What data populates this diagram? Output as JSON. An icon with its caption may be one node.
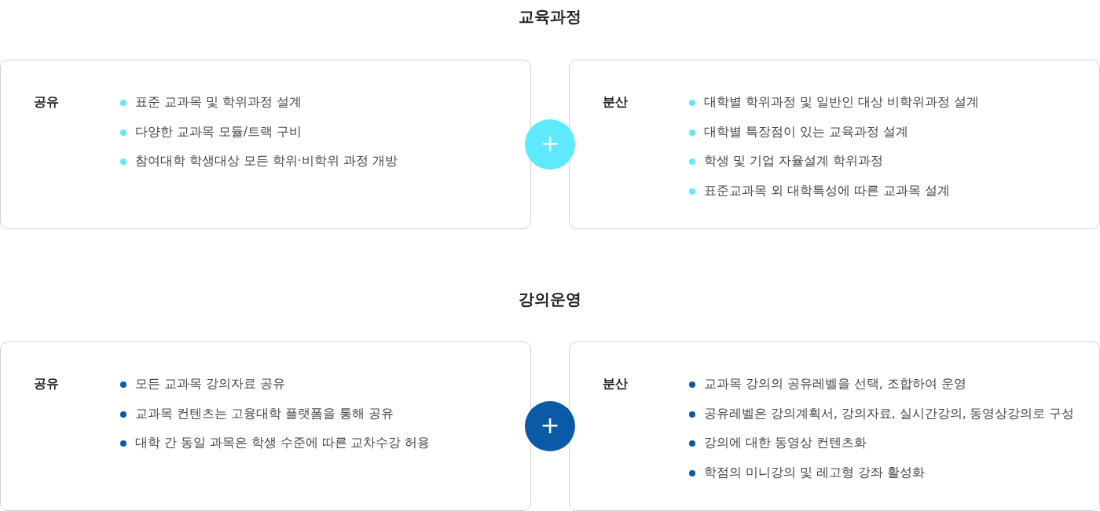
{
  "diagram": {
    "nodes": [
      {
        "text": [
          "공유",
          "표준 교과목 및 학위과정 설계",
          "다양한 교과목 모듈/트랙 구비",
          "참여대학 학생대상 모든 학위·비학위 과정 개방"
        ]
      },
      {
        "text": [
          "+"
        ]
      },
      {
        "text": [
          "분산",
          "대학별 학위과정 및 일반인 대상 비학위과정 설계",
          "대학별 특장점이 있는 교육과정 설계",
          "학생 및 기업 자율설계 학위과정",
          "표준교과목 외 대학특성에 따른 교과목 설계"
        ]
      },
      {
        "text": [
          "공유",
          "모든 교과목 강의자료 공유",
          "교과목 컨텐츠는 고융대학 플랫폼을 통해 공유",
          "대학 간 동일 과목은 학생 수준에 따른 교차수강 허용"
        ]
      },
      {
        "text": [
          "+"
        ]
      },
      {
        "text": [
          "분산",
          "교과목 강의의 공유레벨을 선택, 조합하여 운영",
          "공유레벨은 강의계획서, 강의자료, 실시간강의, 동영상강의로 구성",
          "강의에 대한 동영상 컨텐츠화",
          "학점의 미니강의 및 레고형 강좌 활성화"
        ]
      }
    ],
    "labels": [
      "교육과정",
      "강의운영"
    ]
  }
}
